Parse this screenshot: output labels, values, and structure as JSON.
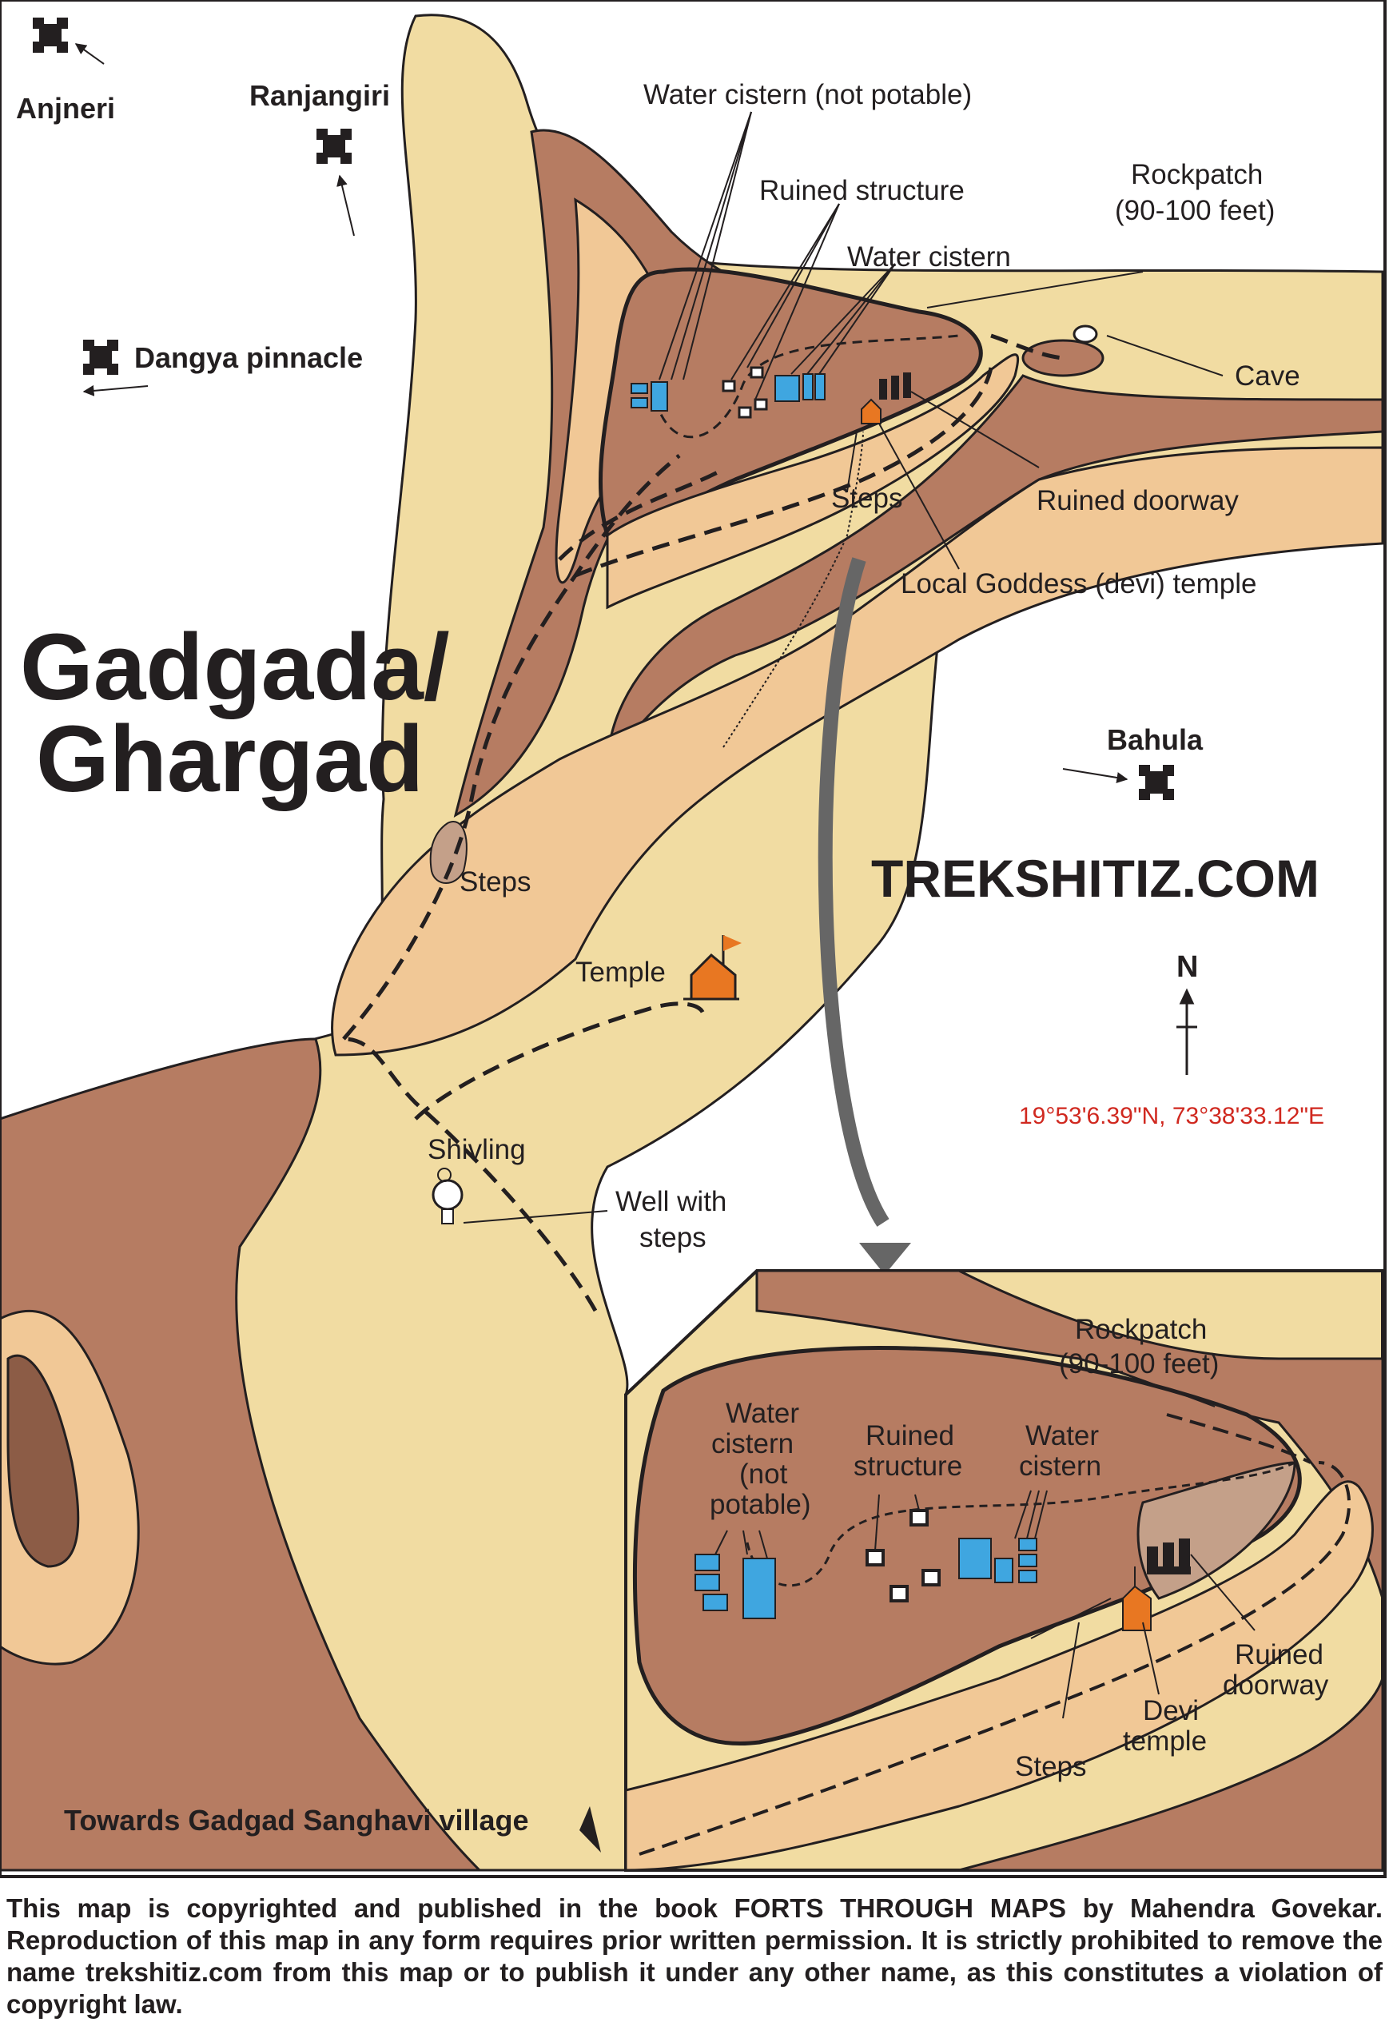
{
  "title_line1": "Gadgada/",
  "title_line2": "Ghargad",
  "watermark": "TREKSHITIZ.COM",
  "coords": "19°53'6.39\"N, 73°38'33.12\"E",
  "north": "N",
  "colors": {
    "plateau": "#f1dca2",
    "slope": "#f1c896",
    "cliff": "#b67c62",
    "dark": "#8c5c46",
    "cistern": "#3fa6e0",
    "temple": "#e87722",
    "coords": "#d0281f"
  },
  "forts": [
    {
      "name": "Anjneri",
      "icon": "fort-icon"
    },
    {
      "name": "Ranjangiri",
      "icon": "fort-icon"
    },
    {
      "name": "Dangya pinnacle",
      "icon": "fort-icon"
    },
    {
      "name": "Bahula",
      "icon": "fort-icon"
    }
  ],
  "labels": {
    "water_cistern_np": "Water cistern (not potable)",
    "ruined_structure": "Ruined structure",
    "water_cistern": "Water cistern",
    "rockpatch_1": "Rockpatch",
    "rockpatch_2": "(90-100 feet)",
    "cave": "Cave",
    "ruined_doorway": "Ruined doorway",
    "steps_top": "Steps",
    "local_goddess": "Local Goddess (devi)  temple",
    "steps_mid": "Steps",
    "temple": "Temple",
    "shivling": "Shivling",
    "well_1": "Well with",
    "well_2": "steps",
    "towards": "Towards Gadgad Sanghavi village"
  },
  "inset_labels": {
    "rockpatch_1": "Rockpatch",
    "rockpatch_2": "(90-100 feet)",
    "water_cistern_np": [
      "Water",
      "cistern",
      "(not",
      "potable)"
    ],
    "ruined_structure": [
      "Ruined",
      "structure"
    ],
    "water_cistern": [
      "Water",
      "cistern"
    ],
    "ruined_doorway": [
      "Ruined",
      "doorway"
    ],
    "devi_temple": [
      "Devi",
      "temple"
    ],
    "steps": "Steps"
  },
  "footer": "This map is copyrighted and published in the book FORTS THROUGH MAPS by Mahendra Govekar. Reproduction of this map in any form requires prior written permission. It is strictly prohibited to remove the name trekshitiz.com from this map or to publish it under any other name, as this constitutes a violation of copyright law."
}
